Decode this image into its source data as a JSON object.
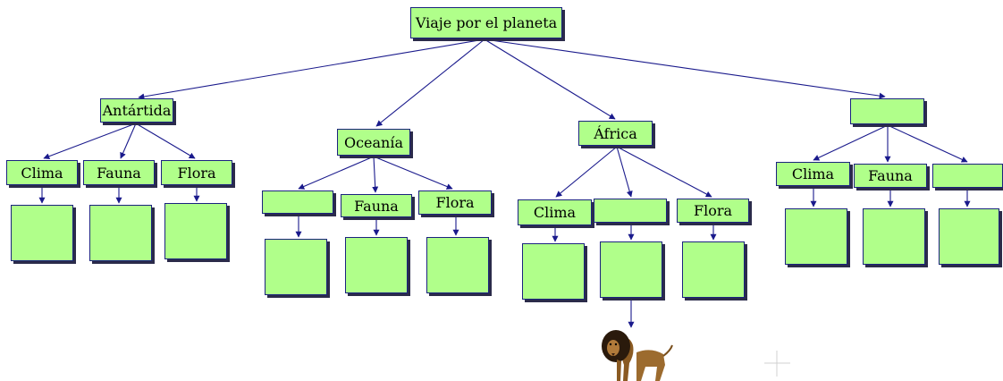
{
  "diagram": {
    "root": "Viaje por el planeta",
    "continents": [
      {
        "label": "Antártida",
        "children": [
          "Clima",
          "Fauna",
          "Flora"
        ]
      },
      {
        "label": "Oceanía",
        "children": [
          "",
          "Fauna",
          "Flora"
        ]
      },
      {
        "label": "África",
        "children": [
          "Clima",
          "",
          "Flora"
        ]
      },
      {
        "label": "",
        "children": [
          "Clima",
          "Fauna",
          ""
        ]
      }
    ]
  },
  "colors": {
    "box_fill": "#b0ff8a",
    "box_border": "#1a237e",
    "arrow": "#1a1a8c"
  },
  "icons": {
    "image": "lion-image",
    "cursor": "crosshair-cursor-icon"
  }
}
